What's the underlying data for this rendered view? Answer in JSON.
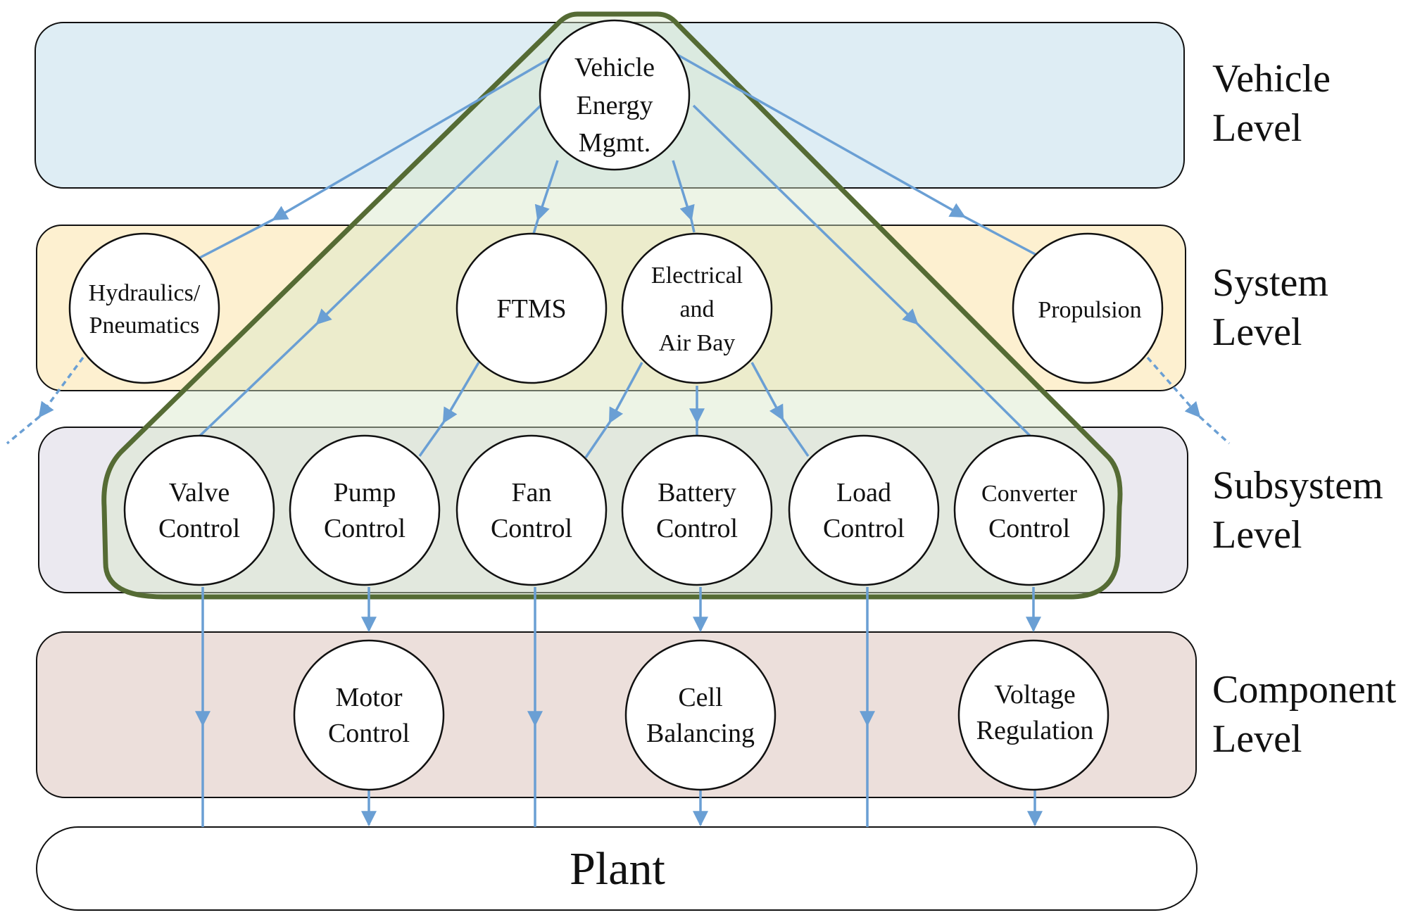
{
  "levels": {
    "vehicle": {
      "line1": "Vehicle",
      "line2": "Level",
      "fill": "#deedf4"
    },
    "system": {
      "line1": "System",
      "line2": "Level",
      "fill": "#fdf0d0"
    },
    "subsystem": {
      "line1": "Subsystem",
      "line2": "Level",
      "fill": "#ebe9f0"
    },
    "component": {
      "line1": "Component",
      "line2": "Level",
      "fill": "#ecdfdb"
    }
  },
  "plant": {
    "label": "Plant"
  },
  "nodes": {
    "vehicle_energy": {
      "line1": "Vehicle",
      "line2": "Energy",
      "line3": "Mgmt."
    },
    "hydraulics": {
      "line1": "Hydraulics/",
      "line2": "Pneumatics"
    },
    "ftms": {
      "line1": "FTMS"
    },
    "electrical": {
      "line1": "Electrical",
      "line2": "and",
      "line3": "Air Bay"
    },
    "propulsion": {
      "line1": "Propulsion"
    },
    "valve_control": {
      "line1": "Valve",
      "line2": "Control"
    },
    "pump_control": {
      "line1": "Pump",
      "line2": "Control"
    },
    "fan_control": {
      "line1": "Fan",
      "line2": "Control"
    },
    "battery_control": {
      "line1": "Battery",
      "line2": "Control"
    },
    "load_control": {
      "line1": "Load",
      "line2": "Control"
    },
    "converter_control": {
      "line1": "Converter",
      "line2": "Control"
    },
    "motor_control": {
      "line1": "Motor",
      "line2": "Control"
    },
    "cell_balancing": {
      "line1": "Cell",
      "line2": "Balancing"
    },
    "voltage_regulation": {
      "line1": "Voltage",
      "line2": "Regulation"
    }
  },
  "colors": {
    "arrow": "#6a9fd4",
    "triangle_stroke": "#556b34",
    "triangle_fill": "#d8e7c8"
  }
}
